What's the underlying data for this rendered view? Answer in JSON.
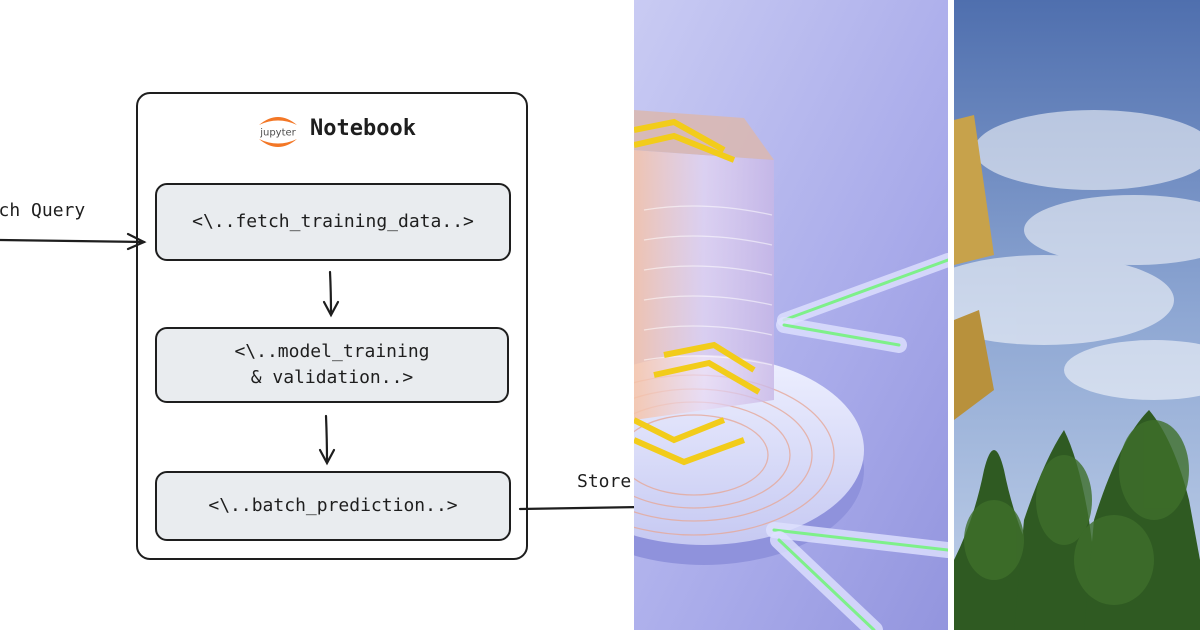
{
  "diagram": {
    "notebook_title": "Notebook",
    "logo_text": "jupyter",
    "steps": [
      "<\\..fetch_training_data..>",
      "<\\..model_training\n& validation..>",
      "<\\..batch_prediction..>"
    ],
    "input_label": "Batch Query",
    "output_label": "Store"
  },
  "colors": {
    "stroke": "#1e1e1e",
    "box_fill": "#e9ecef",
    "jupyter_orange": "#f37726",
    "render_bg": "#b7b9ee",
    "stripe_yellow": "#f2cc1a",
    "glow_green": "#7ef08a",
    "sky_blue": "#6f8fc9",
    "tree_green": "#2f5a22",
    "gold": "#c7a24b"
  }
}
